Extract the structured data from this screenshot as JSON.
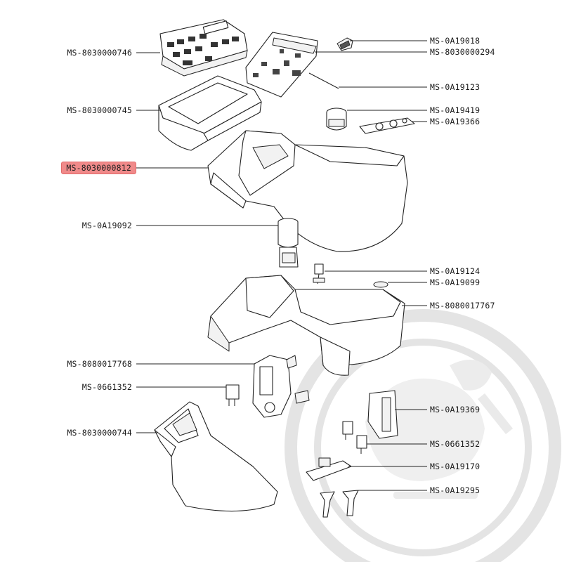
{
  "parts_left": [
    {
      "ref": "MS-8030000746"
    },
    {
      "ref": "MS-8030000745"
    },
    {
      "ref": "MS-8030000812",
      "highlighted": true
    },
    {
      "ref": "MS-0A19092"
    },
    {
      "ref": "MS-8080017768"
    },
    {
      "ref": "MS-0661352"
    },
    {
      "ref": "MS-8030000744"
    }
  ],
  "parts_right": [
    {
      "ref": "MS-0A19018"
    },
    {
      "ref": "MS-8030000294"
    },
    {
      "ref": "MS-0A19123"
    },
    {
      "ref": "MS-0A19419"
    },
    {
      "ref": "MS-0A19366"
    },
    {
      "ref": "MS-0A19124"
    },
    {
      "ref": "MS-0A19099"
    },
    {
      "ref": "MS-8080017767"
    },
    {
      "ref": "MS-0A19369"
    },
    {
      "ref": "MS-0661352"
    },
    {
      "ref": "MS-0A19170"
    },
    {
      "ref": "MS-0A19295"
    }
  ],
  "colors": {
    "highlight": "#f08a8a",
    "line": "#222222",
    "watermark": "#e4e4e4"
  },
  "watermark_icon": "mascot-wrench-watermark"
}
